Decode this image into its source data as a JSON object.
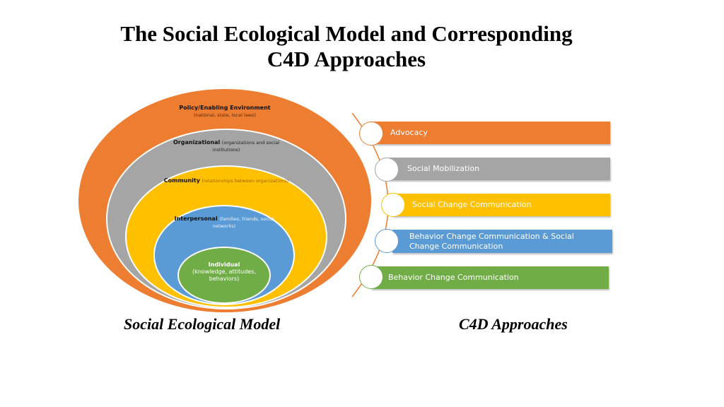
{
  "title": {
    "line1": "The Social Ecological Model and Corresponding",
    "line2": "C4D Approaches"
  },
  "social_ecological_model": {
    "caption": "Social Ecological Model",
    "levels": [
      {
        "name": "Policy/Enabling Environment",
        "detail": "(national, state, local  laws)",
        "color": "#ed7d31"
      },
      {
        "name": "Organizational",
        "detail": "(organizations and social institutions)",
        "color": "#a5a5a5"
      },
      {
        "name": "Community",
        "detail": "(relationships between organizations)",
        "color": "#ffc000"
      },
      {
        "name": "Interpersonal",
        "detail": "(families, friends, social networks)",
        "color": "#5b9bd5"
      },
      {
        "name": "Individual",
        "detail": "(knowledge, attitudes, behaviors)",
        "color": "#70ad47"
      }
    ]
  },
  "c4d_approaches": {
    "caption": "C4D Approaches",
    "items": [
      {
        "label": "Advocacy",
        "color": "#ed7d31"
      },
      {
        "label": "Social Mobilization",
        "color": "#a5a5a5"
      },
      {
        "label": "Social Change Communication",
        "color": "#ffc000"
      },
      {
        "label": "Behavior Change Communication & Social Change Communication",
        "color": "#5b9bd5"
      },
      {
        "label": "Behavior Change Communication",
        "color": "#70ad47"
      }
    ]
  }
}
